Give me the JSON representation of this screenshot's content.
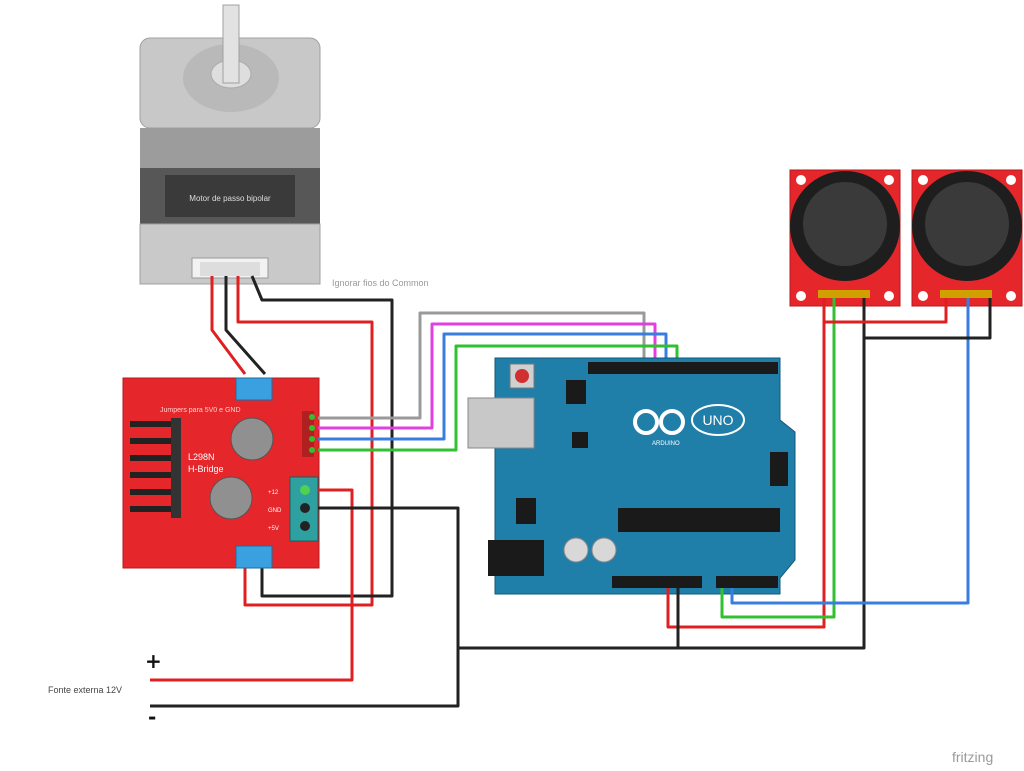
{
  "stepper": {
    "label": "Motor de passo bipolar",
    "note": "Ignorar fios do Common"
  },
  "driver": {
    "header_label": "Jumpers para 5V0 e GND",
    "chip_label": "L298N",
    "bridge_label": "H-Bridge",
    "pin1": "+12",
    "pin2": "GND",
    "pin3": "+5V"
  },
  "arduino": {
    "board_name": "UNO",
    "brand": "ARDUINO"
  },
  "power": {
    "plus": "+",
    "minus": "-",
    "label": "Fonte externa 12V"
  },
  "footer": {
    "brand": "fritzing"
  },
  "colors": {
    "wire_red": "#e02020",
    "wire_black": "#222222",
    "wire_gray": "#9a9a9a",
    "wire_pink": "#e040e0",
    "wire_blue": "#3a7de0",
    "wire_green": "#30c030",
    "board_red": "#e5262a",
    "arduino_teal": "#1f7fa8"
  }
}
